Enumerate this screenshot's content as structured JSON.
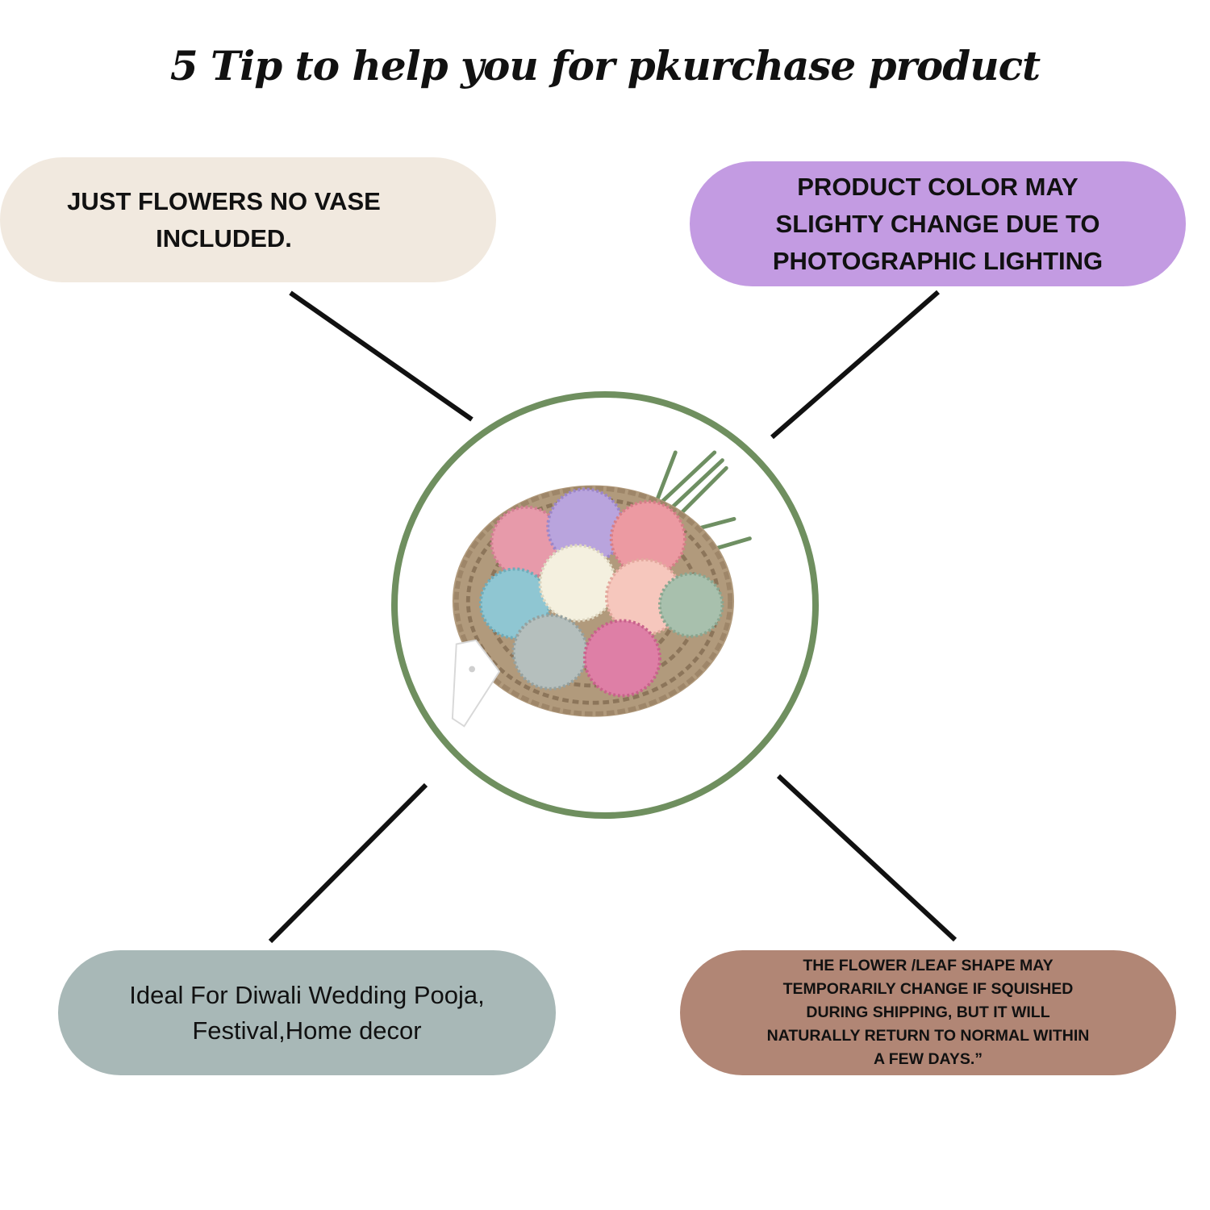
{
  "title": "5 Tip to help you for pkurchase product",
  "tips": {
    "top_left": {
      "line1": "JUST FLOWERS NO VASE",
      "line2": "INCLUDED."
    },
    "top_right": {
      "line1": "PRODUCT COLOR MAY",
      "line2": "SLIGHTY CHANGE DUE TO",
      "line3": "PHOTOGRAPHIC LIGHTING"
    },
    "bottom_left": {
      "line1": "Ideal For Diwali Wedding Pooja,",
      "line2": "Festival,Home decor"
    },
    "bottom_right": {
      "text": "THE FLOWER /LEAF SHAPE MAY TEMPORARILY CHANGE IF SQUISHED DURING SHIPPING, BUT IT WILL NATURALLY RETURN TO NORMAL WITHIN A FEW DAYS.”"
    }
  },
  "colors": {
    "top_left_bg": "#f1e9df",
    "top_right_bg": "#c39be2",
    "bottom_left_bg": "#a8b8b7",
    "bottom_right_bg": "#b18675",
    "circle_border": "#6f8f5f"
  }
}
